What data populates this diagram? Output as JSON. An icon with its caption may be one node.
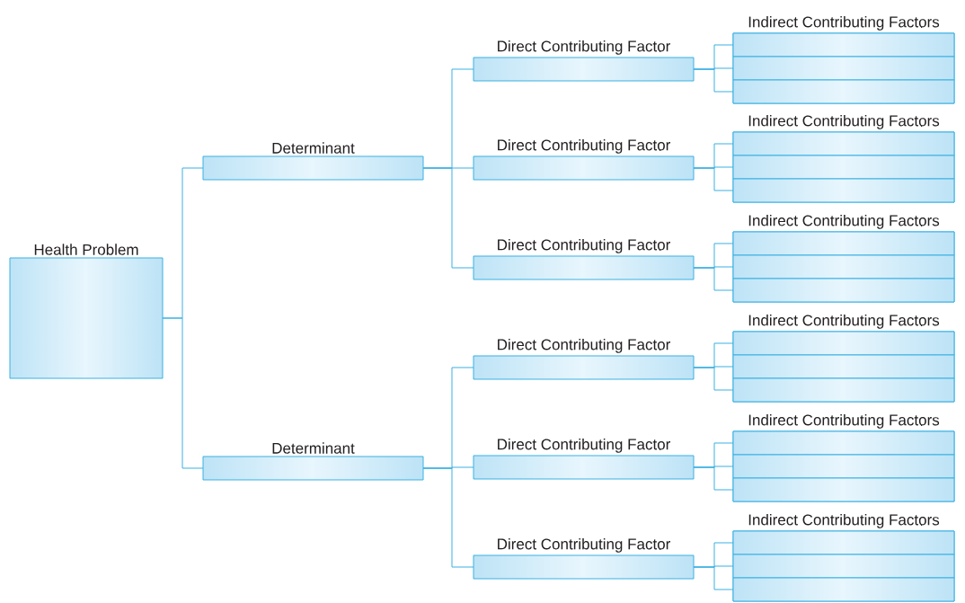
{
  "diagram": {
    "nodes": [
      {
        "text": [
          "Health Problem"
        ]
      },
      {
        "text": [
          "Determinant"
        ]
      },
      {
        "text": [
          "Determinant"
        ]
      },
      {
        "text": [
          "Direct Contributing Factor"
        ]
      },
      {
        "text": [
          "Indirect Contributing Factors"
        ]
      },
      {
        "text": [],
        "shape": "box",
        "in": 4
      },
      {
        "text": [],
        "shape": "box",
        "in": 4
      },
      {
        "text": [],
        "shape": "box",
        "in": 4
      },
      {
        "text": [
          "Direct Contributing Factor"
        ]
      },
      {
        "text": [
          "Indirect Contributing Factors"
        ]
      },
      {
        "text": [],
        "shape": "box",
        "in": 9
      },
      {
        "text": [],
        "shape": "box",
        "in": 9
      },
      {
        "text": [],
        "shape": "box",
        "in": 9
      },
      {
        "text": [
          "Direct Contributing Factor"
        ]
      },
      {
        "text": [
          "Indirect Contributing Factors"
        ]
      },
      {
        "text": [],
        "shape": "box",
        "in": 14
      },
      {
        "text": [],
        "shape": "box",
        "in": 14
      },
      {
        "text": [],
        "shape": "box",
        "in": 14
      },
      {
        "text": [
          "Direct Contributing Factor"
        ]
      },
      {
        "text": [
          "Indirect Contributing Factors"
        ]
      },
      {
        "text": [],
        "shape": "box",
        "in": 19
      },
      {
        "text": [],
        "shape": "box",
        "in": 19
      },
      {
        "text": [],
        "shape": "box",
        "in": 19
      },
      {
        "text": [
          "Direct Contributing Factor"
        ]
      },
      {
        "text": [
          "Indirect Contributing Factors"
        ]
      },
      {
        "text": [],
        "shape": "box",
        "in": 24
      },
      {
        "text": [],
        "shape": "box",
        "in": 24
      },
      {
        "text": [],
        "shape": "box",
        "in": 24
      },
      {
        "text": [
          "Direct Contributing Factor"
        ]
      },
      {
        "text": [
          "Indirect Contributing Factors"
        ]
      },
      {
        "text": [],
        "shape": "box",
        "in": 29
      },
      {
        "text": [],
        "shape": "box",
        "in": 29
      },
      {
        "text": [],
        "shape": "box",
        "in": 29
      }
    ],
    "edges": [
      {
        "from": 0,
        "to": 1,
        "arrow": "none"
      },
      {
        "from": 0,
        "to": 2,
        "arrow": "none"
      },
      {
        "from": 1,
        "to": 3,
        "arrow": "none"
      },
      {
        "from": 1,
        "to": 8,
        "arrow": "none"
      },
      {
        "from": 1,
        "to": 13,
        "arrow": "none"
      },
      {
        "from": 2,
        "to": 18,
        "arrow": "none"
      },
      {
        "from": 2,
        "to": 23,
        "arrow": "none"
      },
      {
        "from": 2,
        "to": 28,
        "arrow": "none"
      },
      {
        "from": 3,
        "to": 5,
        "arrow": "none"
      },
      {
        "from": 3,
        "to": 6,
        "arrow": "none"
      },
      {
        "from": 3,
        "to": 7,
        "arrow": "none"
      },
      {
        "from": 8,
        "to": 10,
        "arrow": "none"
      },
      {
        "from": 8,
        "to": 11,
        "arrow": "none"
      },
      {
        "from": 8,
        "to": 12,
        "arrow": "none"
      },
      {
        "from": 13,
        "to": 15,
        "arrow": "none"
      },
      {
        "from": 13,
        "to": 16,
        "arrow": "none"
      },
      {
        "from": 13,
        "to": 17,
        "arrow": "none"
      },
      {
        "from": 18,
        "to": 20,
        "arrow": "none"
      },
      {
        "from": 18,
        "to": 21,
        "arrow": "none"
      },
      {
        "from": 18,
        "to": 22,
        "arrow": "none"
      },
      {
        "from": 23,
        "to": 25,
        "arrow": "none"
      },
      {
        "from": 23,
        "to": 26,
        "arrow": "none"
      },
      {
        "from": 23,
        "to": 27,
        "arrow": "none"
      },
      {
        "from": 28,
        "to": 30,
        "arrow": "none"
      },
      {
        "from": 28,
        "to": 31,
        "arrow": "none"
      },
      {
        "from": 28,
        "to": 32,
        "arrow": "none"
      }
    ]
  }
}
